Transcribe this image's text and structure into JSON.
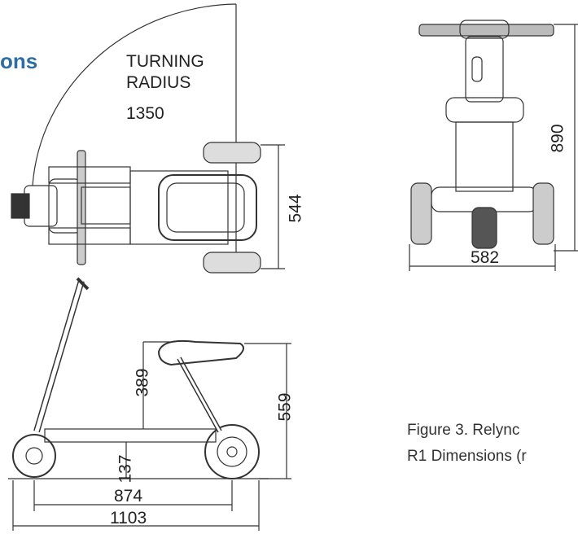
{
  "heading_fragment": "ons",
  "turning_radius": {
    "line1": "TURNING",
    "line2": "RADIUS",
    "value": "1350"
  },
  "dimensions": {
    "top_width": "544",
    "front_height": "890",
    "front_width": "582",
    "seat_height_from_frame": "389",
    "seat_height_total": "559",
    "ground_clearance": "137",
    "wheelbase": "874",
    "length": "1103"
  },
  "caption": {
    "line1": "Figure 3. Relync",
    "line2": "R1  Dimensions (r"
  },
  "colors": {
    "heading": "#2d6da3",
    "line": "#333333"
  }
}
